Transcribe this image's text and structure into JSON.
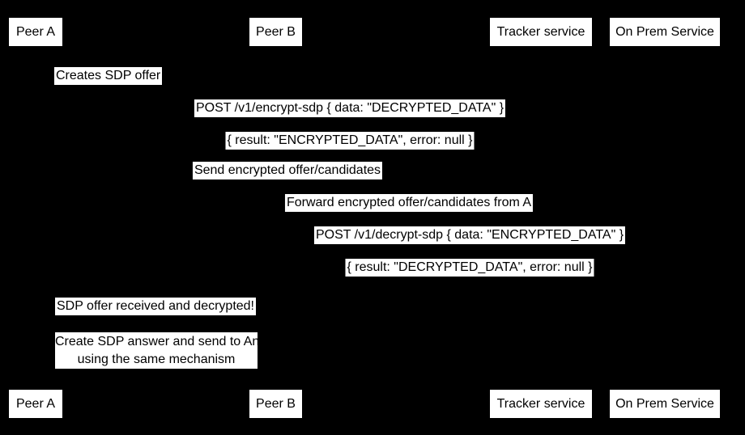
{
  "colors": {
    "background": "#000000",
    "box_background": "#ffffff",
    "box_text": "#000000",
    "line_color": "#000000"
  },
  "participants": [
    {
      "label": "Peer A"
    },
    {
      "label": "Peer B"
    },
    {
      "label": "Tracker service"
    },
    {
      "label": "On Prem Service"
    }
  ],
  "messages": [
    {
      "text": "Creates SDP offer",
      "from": "Peer A",
      "to": "Peer A"
    },
    {
      "text": "POST /v1/encrypt-sdp { data: \"DECRYPTED_DATA\" }",
      "from": "Peer A",
      "to": "On Prem Service"
    },
    {
      "text": "{ result: \"ENCRYPTED_DATA\", error: null }",
      "from": "On Prem Service",
      "to": "Peer A"
    },
    {
      "text": "Send encrypted offer/candidates",
      "from": "Peer A",
      "to": "Tracker service"
    },
    {
      "text": "Forward encrypted offer/candidates from A",
      "from": "Tracker service",
      "to": "Peer B"
    },
    {
      "text": "POST /v1/decrypt-sdp { data: \"ENCRYPTED_DATA\" }",
      "from": "Peer B",
      "to": "On Prem Service"
    },
    {
      "text": "{ result: \"DECRYPTED_DATA\", error: null }",
      "from": "On Prem Service",
      "to": "Peer B"
    },
    {
      "text": "SDP offer received and decrypted!",
      "from": "Peer B",
      "to": "Peer A"
    }
  ],
  "note": {
    "line1": "Create SDP answer and send to An",
    "line2": "using the same mechanism",
    "over": "Peer A, Peer B"
  }
}
